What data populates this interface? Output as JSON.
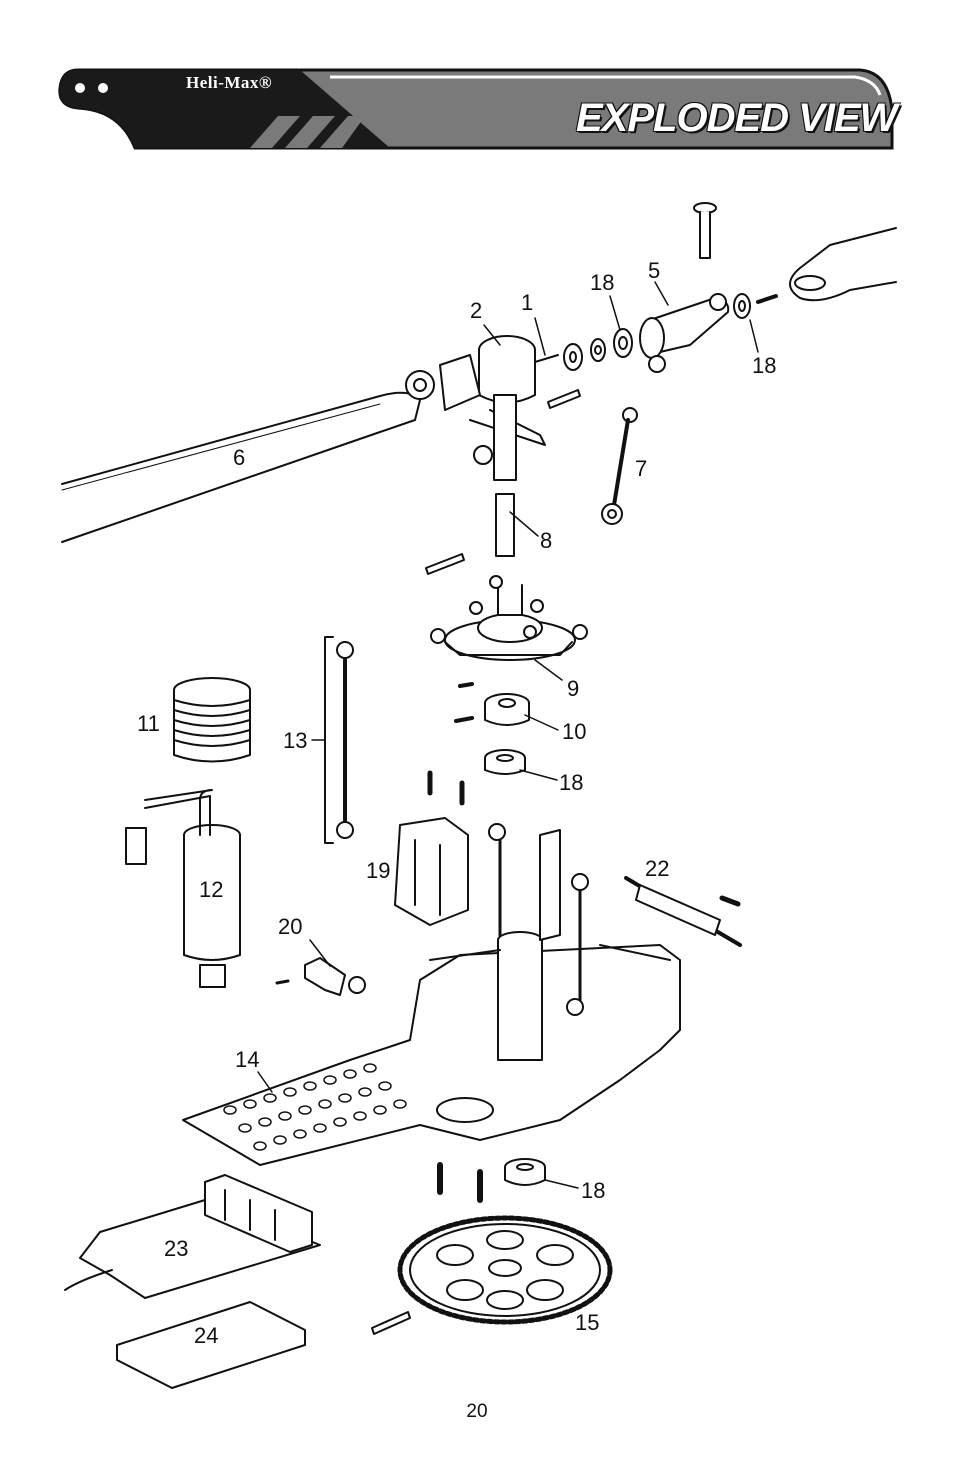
{
  "header": {
    "brand": "Heli-Max®",
    "title": "EXPLODED VIEW"
  },
  "callouts": [
    {
      "id": "1",
      "text": "1"
    },
    {
      "id": "2",
      "text": "2"
    },
    {
      "id": "5",
      "text": "5"
    },
    {
      "id": "6",
      "text": "6"
    },
    {
      "id": "7",
      "text": "7"
    },
    {
      "id": "8",
      "text": "8"
    },
    {
      "id": "9",
      "text": "9"
    },
    {
      "id": "10",
      "text": "10"
    },
    {
      "id": "11",
      "text": "11"
    },
    {
      "id": "12",
      "text": "12"
    },
    {
      "id": "13",
      "text": "13"
    },
    {
      "id": "14",
      "text": "14"
    },
    {
      "id": "15",
      "text": "15"
    },
    {
      "id": "18a",
      "text": "18"
    },
    {
      "id": "18b",
      "text": "18"
    },
    {
      "id": "18c",
      "text": "18"
    },
    {
      "id": "18d",
      "text": "18"
    },
    {
      "id": "19",
      "text": "19"
    },
    {
      "id": "20",
      "text": "20"
    },
    {
      "id": "22",
      "text": "22"
    },
    {
      "id": "23",
      "text": "23"
    },
    {
      "id": "24",
      "text": "24"
    }
  ],
  "page_number": "20"
}
